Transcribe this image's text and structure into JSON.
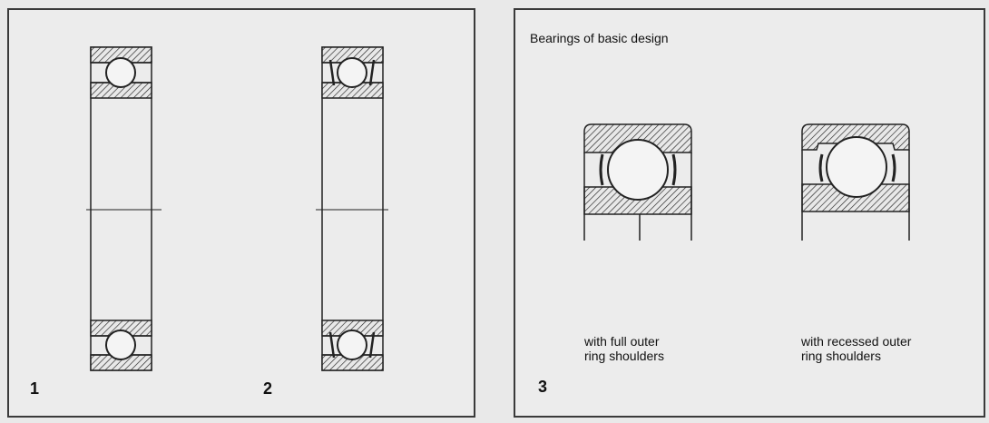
{
  "figures": [
    {
      "number": "1"
    },
    {
      "number": "2"
    },
    {
      "number": "3"
    }
  ],
  "panel3": {
    "title": "Bearings of basic design",
    "captions": [
      "with full outer\nring shoulders",
      "with recessed outer\nring shoulders"
    ]
  }
}
